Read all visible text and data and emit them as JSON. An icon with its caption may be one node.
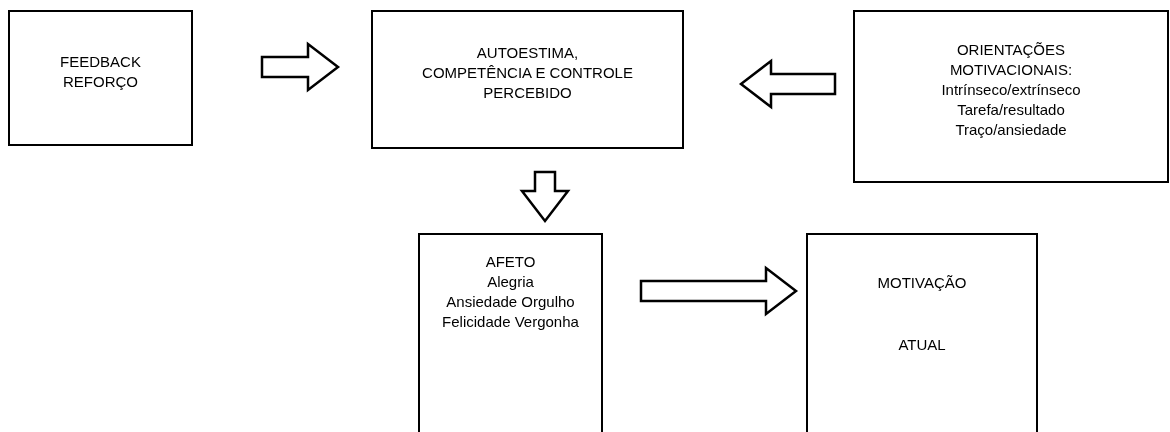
{
  "diagram": {
    "nodes": [
      {
        "text": [
          "FEEDBACK",
          "REFORÇO"
        ]
      },
      {
        "text": [
          "AUTOESTIMA,",
          "COMPETÊNCIA E CONTROLE PERCEBIDO"
        ]
      },
      {
        "text": [
          "ORIENTAÇÕES MOTIVACIONAIS:",
          "Intrínseco/extrínseco",
          "Tarefa/resultado",
          "Traço/ansiedade"
        ]
      },
      {
        "text": [
          "AFETO",
          "Alegria",
          "Ansiedade Orgulho",
          "Felicidade Vergonha"
        ]
      },
      {
        "text": [
          "MOTIVAÇÃO",
          "ATUAL"
        ]
      }
    ],
    "edges": [
      {
        "from": 0,
        "to": 1,
        "arrow": "to"
      },
      {
        "from": 2,
        "to": 1,
        "arrow": "to"
      },
      {
        "from": 1,
        "to": 3,
        "arrow": "to"
      },
      {
        "from": 3,
        "to": 4,
        "arrow": "to"
      }
    ]
  }
}
